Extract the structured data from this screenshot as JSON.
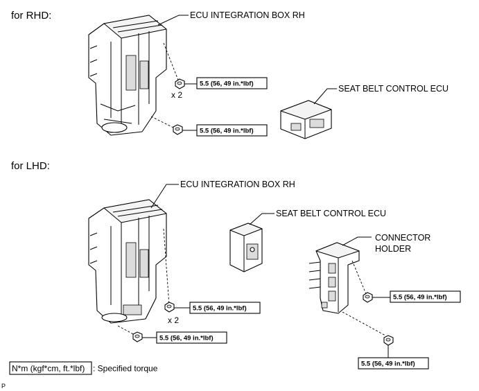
{
  "sections": {
    "rhd": {
      "heading": "for RHD:"
    },
    "lhd": {
      "heading": "for LHD:"
    }
  },
  "labels": {
    "ecu_box_rhd": "ECU INTEGRATION BOX RH",
    "seat_belt_rhd": "SEAT BELT CONTROL ECU",
    "ecu_box_lhd": "ECU INTEGRATION BOX RH",
    "seat_belt_lhd": "SEAT BELT CONTROL ECU",
    "connector_holder_line1": "CONNECTOR",
    "connector_holder_line2": "HOLDER"
  },
  "torques": {
    "rhd_nut": "5.5 (56, 49 in.*lbf)",
    "rhd_bolt": "5.5 (56, 49 in.*lbf)",
    "lhd_nut": "5.5 (56, 49 in.*lbf)",
    "lhd_bolt": "5.5 (56, 49 in.*lbf)",
    "holder_nut": "5.5 (56, 49 in.*lbf)",
    "holder_bolt": "5.5 (56, 49 in.*lbf)"
  },
  "quantities": {
    "rhd_nut_qty": "x 2",
    "lhd_nut_qty": "x 2"
  },
  "legend": {
    "unit_box": "N*m (kgf*cm, ft.*lbf)",
    "description": ": Specified torque"
  },
  "corner_mark": "P"
}
